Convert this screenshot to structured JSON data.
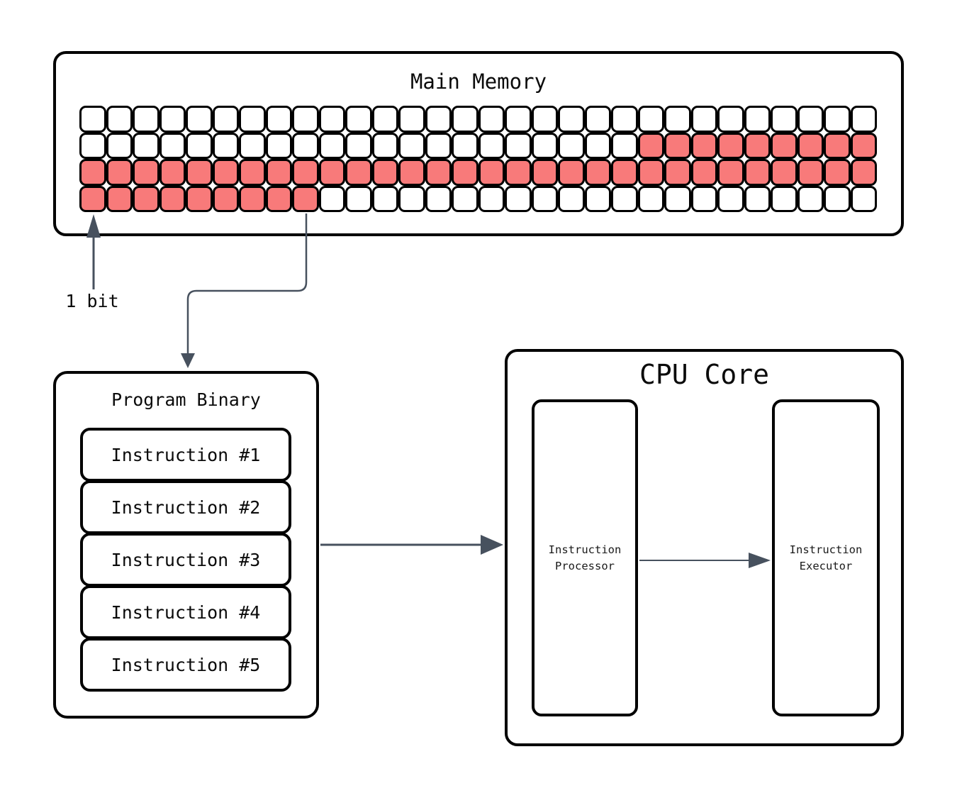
{
  "colors": {
    "bit_filled": "#F87A7A",
    "bit_empty": "#FFFFFF",
    "outline": "#000000",
    "arrow": "#47515E"
  },
  "main_memory": {
    "title": "Main Memory",
    "grid": {
      "columns": 30,
      "rows": [
        "000000000000000000000000000000",
        "000000000000000000000111111111",
        "111111111111111111111111111111",
        "111111111000000000000000000000"
      ]
    }
  },
  "bit_label": {
    "text": "1 bit"
  },
  "program_binary": {
    "title": "Program Binary",
    "instructions": [
      "Instruction #1",
      "Instruction #2",
      "Instruction #3",
      "Instruction #4",
      "Instruction #5"
    ]
  },
  "cpu_core": {
    "title": "CPU Core",
    "processor_label": "Instruction\nProcessor",
    "executor_label": "Instruction\nExecutor"
  }
}
